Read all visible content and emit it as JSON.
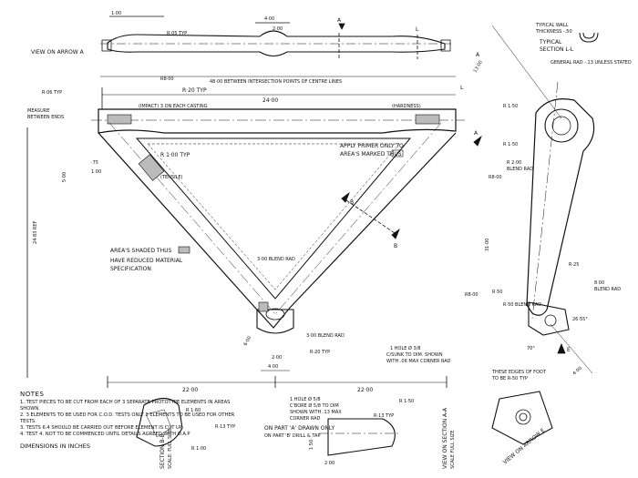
{
  "views": {
    "arrow_a": "VIEW ON ARROW A",
    "section_ll": [
      "TYPICAL",
      "SECTION  L-L"
    ],
    "typical_wall": [
      "TYPICAL WALL",
      "THICKNESS -.50"
    ],
    "general_rad": "GENERAL RAD -.13 UNLESS STATED",
    "section_bb": [
      "SECTION B-B",
      "SCALE: FULL SIZE"
    ],
    "section_aa": [
      "VIEW ON SECTION A-A",
      "SCALE FULL SIZE"
    ],
    "arrow_e": "VIEW ON ARROW E",
    "foot_note": [
      "THESE EDGES OF FOOT",
      "TO BE R-50 TYP"
    ]
  },
  "labels": {
    "between_points": "48·00  BETWEEN  INTERSECTION POINTS OF CENTRE LINES",
    "impact": "(IMPACT) 3 ON EACH CASTING",
    "hardness": "(HARDNESS)",
    "tensile": "(TENSILE)",
    "measure": [
      "MEASURE",
      "BETWEEN ENDS"
    ],
    "primer": [
      "APPLY PRIMER ONLY TO",
      "AREA'S MARKED THUS"
    ],
    "shaded": [
      "AREA'S SHADED THUS",
      "HAVE REDUCED MATERIAL",
      "SPECIFICATION"
    ],
    "blend_3": "3·00 BLEND RAD",
    "blend_3b": "3·00 BLEND RAD",
    "blend_8": "8·00",
    "hole": [
      "1 HOLE Ø 3/8",
      "C/SUNK TO DIM. SHOWN",
      "WITH .06 MAX CORNER RAD"
    ],
    "hole_b": [
      "1 HOLE Ø 5/8",
      "C'BORE Ø 5/8 TO DIM",
      "SHOWN WITH .13 MAX",
      "CORNER RAD"
    ],
    "drawn_only": [
      "ON PART 'A' DRAWN ONLY",
      "ON PART 'B' DRILL & TAP"
    ],
    "ref": "24·83 REF"
  },
  "dims": {
    "d24": "24·00",
    "d22a": "22·00",
    "d22b": "22·00",
    "r20": "R·20 TYP",
    "r06": "R·06 TYP",
    "r1": "R 1·00 TYP",
    "r150": "R 1·50",
    "r2": "R 2·00",
    "r8": "R8·00",
    "r25": "R·25",
    "r160": "R 1·60",
    "r100": "R 1·00",
    "r13": "R·13 TYP",
    "r8b": "R8·00",
    "d4a": "4·00",
    "d4b": "4·00",
    "d4c": "4·00",
    "d2": "2·00",
    "d200b": "2·00",
    "d200c": "2·00",
    "d13": "13·00",
    "d31": "31·00",
    "deg": "26·55°",
    "deg70": "70°"
  },
  "markers": {
    "A": "A",
    "L": "L",
    "B": "B",
    "E": "E"
  },
  "notes": {
    "title": "NOTES",
    "items": [
      "1. TEST PIECES TO BE CUT FROM EACH OF 3 SEPARATE PROTOTYPE ELEMENTS IN AREAS SHOWN.",
      "2. 3 ELEMENTS TO BE USED FOR C.O.D. TESTS ONLY 3 ELEMENTS TO BE USED FOR OTHER TESTS.",
      "3. TESTS 6.4 SHOULD BE CARRIED OUT BEFORE ELEMENT IS CUT UP.",
      "4. TEST 4. NOT TO BE COMMENCED UNTIL DETAILS AGREED WITH O.A.P"
    ],
    "units": "DIMENSIONS IN INCHES"
  }
}
